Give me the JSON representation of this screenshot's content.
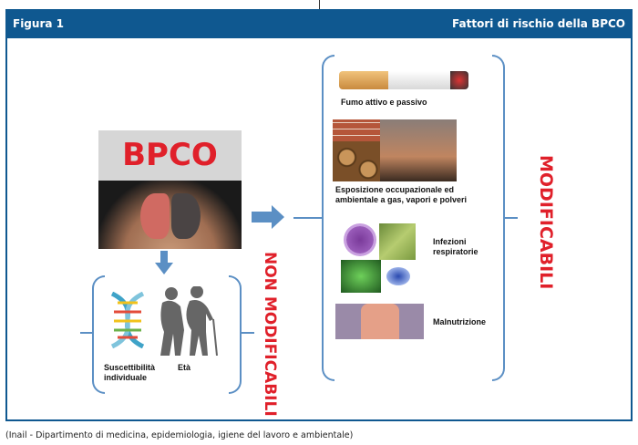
{
  "header": {
    "figure_label": "Figura 1",
    "title": "Fattori di rischio della BPCO"
  },
  "center": {
    "title": "BPCO"
  },
  "non_modifiable": {
    "heading": "NON MODIFICABILI",
    "items": [
      {
        "label": "Suscettibilità individuale"
      },
      {
        "label": "Età"
      }
    ]
  },
  "modifiable": {
    "heading": "MODIFICABILI",
    "items": [
      {
        "label": "Fumo attivo e passivo"
      },
      {
        "label": "Esposizione occupazionale ed ambientale a gas, vapori e polveri"
      },
      {
        "label": "Infezioni respiratorie"
      },
      {
        "label": "Malnutrizione"
      }
    ]
  },
  "caption": "(Inail - Dipartimento di medicina, epidemiologia, igiene del lavoro e ambientale)",
  "colors": {
    "header": "#0f5890",
    "accent_red": "#e0202a",
    "arrow": "#5b8fc4"
  }
}
